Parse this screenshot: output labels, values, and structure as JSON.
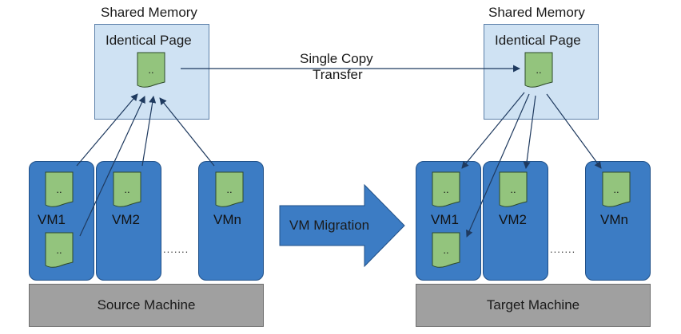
{
  "source": {
    "shared_memory_label": "Shared Memory",
    "identical_page_label": "Identical Page",
    "page_dots": "..",
    "vm_labels": [
      "VM1",
      "VM2",
      "VMn"
    ],
    "ellipsis": ".......",
    "machine_label": "Source Machine"
  },
  "target": {
    "shared_memory_label": "Shared Memory",
    "identical_page_label": "Identical Page",
    "page_dots": "..",
    "vm_labels": [
      "VM1",
      "VM2",
      "VMn"
    ],
    "ellipsis": ".......",
    "machine_label": "Target Machine"
  },
  "transfer": {
    "line1": "Single Copy",
    "line2": "Transfer"
  },
  "migration_label": "VM Migration",
  "colors": {
    "shared_box": "#cfe2f3",
    "vm_box": "#3c7cc4",
    "page": "#93c47d",
    "machine": "#a0a0a0",
    "migration_arrow": "#3c7cc4",
    "arrow_line": "#1f3a5f"
  }
}
